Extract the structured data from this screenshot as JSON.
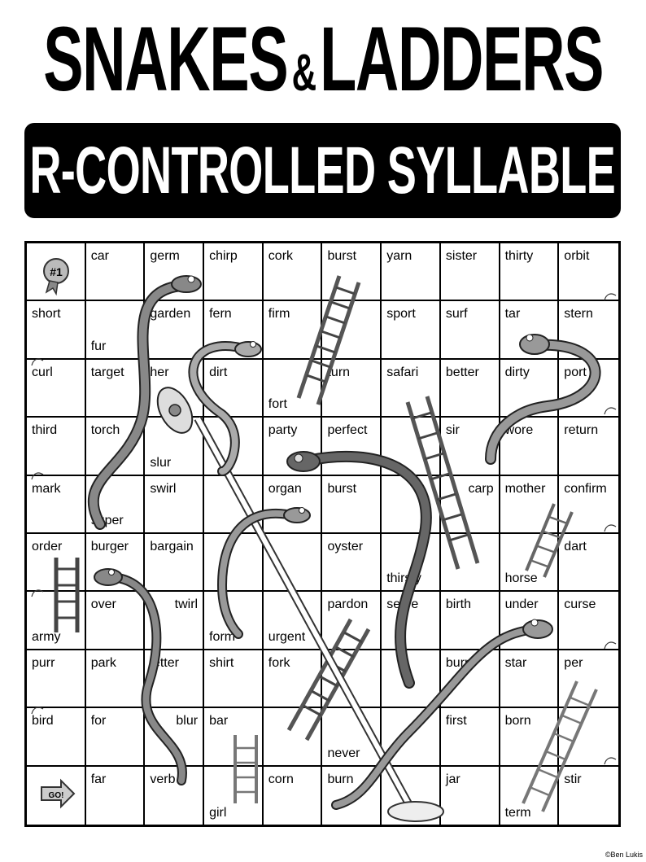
{
  "header": {
    "title_left": "SNAKES",
    "title_amp": "&",
    "title_right": "LADDERS",
    "subtitle": "R-CONTROLLED SYLLABLE"
  },
  "board": {
    "start_badge": "#1",
    "go_label": "GO!",
    "rows": [
      [
        {
          "w": "",
          "p": ""
        },
        {
          "w": "car",
          "p": "tl"
        },
        {
          "w": "germ",
          "p": "tl"
        },
        {
          "w": "chirp",
          "p": "tl"
        },
        {
          "w": "cork",
          "p": "tl"
        },
        {
          "w": "burst",
          "p": "tl"
        },
        {
          "w": "yarn",
          "p": "tl"
        },
        {
          "w": "sister",
          "p": "tl"
        },
        {
          "w": "thirty",
          "p": "tl"
        },
        {
          "w": "orbit",
          "p": "tl"
        }
      ],
      [
        {
          "w": "short",
          "p": "tl"
        },
        {
          "w": "fur",
          "p": "bl"
        },
        {
          "w": "garden",
          "p": "tl"
        },
        {
          "w": "fern",
          "p": "tl"
        },
        {
          "w": "firm",
          "p": "tl"
        },
        {
          "w": "",
          "p": ""
        },
        {
          "w": "sport",
          "p": "tl"
        },
        {
          "w": "surf",
          "p": "tl"
        },
        {
          "w": "tar",
          "p": "tl"
        },
        {
          "w": "stern",
          "p": "tl"
        }
      ],
      [
        {
          "w": "curl",
          "p": "tl"
        },
        {
          "w": "target",
          "p": "tl"
        },
        {
          "w": "her",
          "p": "tl"
        },
        {
          "w": "dirt",
          "p": "tl"
        },
        {
          "w": "fort",
          "p": "bl"
        },
        {
          "w": "turn",
          "p": "tl"
        },
        {
          "w": "safari",
          "p": "tl"
        },
        {
          "w": "better",
          "p": "tl"
        },
        {
          "w": "dirty",
          "p": "tl"
        },
        {
          "w": "port",
          "p": "tl"
        }
      ],
      [
        {
          "w": "third",
          "p": "tl"
        },
        {
          "w": "torch",
          "p": "tl"
        },
        {
          "w": "slur",
          "p": "bl"
        },
        {
          "w": "",
          "p": ""
        },
        {
          "w": "party",
          "p": "tl"
        },
        {
          "w": "perfect",
          "p": "tl"
        },
        {
          "w": "",
          "p": ""
        },
        {
          "w": "sir",
          "p": "tl"
        },
        {
          "w": "wore",
          "p": "tl"
        },
        {
          "w": "return",
          "p": "tl"
        }
      ],
      [
        {
          "w": "mark",
          "p": "tl"
        },
        {
          "w": "super",
          "p": "bl"
        },
        {
          "w": "swirl",
          "p": "tl"
        },
        {
          "w": "",
          "p": ""
        },
        {
          "w": "organ",
          "p": "tl"
        },
        {
          "w": "burst",
          "p": "tl"
        },
        {
          "w": "",
          "p": ""
        },
        {
          "w": "carp",
          "p": "tr"
        },
        {
          "w": "mother",
          "p": "tl"
        },
        {
          "w": "confirm",
          "p": "tl"
        }
      ],
      [
        {
          "w": "order",
          "p": "tl"
        },
        {
          "w": "burger",
          "p": "tl"
        },
        {
          "w": "bargain",
          "p": "tl"
        },
        {
          "w": "",
          "p": ""
        },
        {
          "w": "",
          "p": ""
        },
        {
          "w": "oyster",
          "p": "tl"
        },
        {
          "w": "thirsty",
          "p": "bl"
        },
        {
          "w": "",
          "p": ""
        },
        {
          "w": "horse",
          "p": "bl"
        },
        {
          "w": "dart",
          "p": "tl"
        }
      ],
      [
        {
          "w": "army",
          "p": "bl"
        },
        {
          "w": "over",
          "p": "tl"
        },
        {
          "w": "twirl",
          "p": "tr"
        },
        {
          "w": "form",
          "p": "bl"
        },
        {
          "w": "urgent",
          "p": "bl"
        },
        {
          "w": "pardon",
          "p": "tl"
        },
        {
          "w": "serve",
          "p": "tl"
        },
        {
          "w": "birth",
          "p": "tl"
        },
        {
          "w": "under",
          "p": "tl"
        },
        {
          "w": "curse",
          "p": "tl"
        }
      ],
      [
        {
          "w": "purr",
          "p": "tl"
        },
        {
          "w": "park",
          "p": "tl"
        },
        {
          "w": "letter",
          "p": "tl"
        },
        {
          "w": "shirt",
          "p": "tl"
        },
        {
          "w": "fork",
          "p": "tl"
        },
        {
          "w": "",
          "p": ""
        },
        {
          "w": "",
          "p": ""
        },
        {
          "w": "burp",
          "p": "tl"
        },
        {
          "w": "star",
          "p": "tl"
        },
        {
          "w": "per",
          "p": "tl"
        }
      ],
      [
        {
          "w": "bird",
          "p": "tl"
        },
        {
          "w": "for",
          "p": "tl"
        },
        {
          "w": "blur",
          "p": "tr"
        },
        {
          "w": "bar",
          "p": "tl"
        },
        {
          "w": "",
          "p": ""
        },
        {
          "w": "never",
          "p": "bl"
        },
        {
          "w": "",
          "p": ""
        },
        {
          "w": "first",
          "p": "tl"
        },
        {
          "w": "born",
          "p": "tl"
        },
        {
          "w": "",
          "p": ""
        }
      ],
      [
        {
          "w": "",
          "p": ""
        },
        {
          "w": "far",
          "p": "tl"
        },
        {
          "w": "verb",
          "p": "tl"
        },
        {
          "w": "girl",
          "p": "bl"
        },
        {
          "w": "corn",
          "p": "tl"
        },
        {
          "w": "burn",
          "p": "tl"
        },
        {
          "w": "",
          "p": ""
        },
        {
          "w": "jar",
          "p": "tl"
        },
        {
          "w": "term",
          "p": "bl"
        },
        {
          "w": "stir",
          "p": "tl"
        }
      ]
    ]
  },
  "credit": "©Ben Lukis"
}
